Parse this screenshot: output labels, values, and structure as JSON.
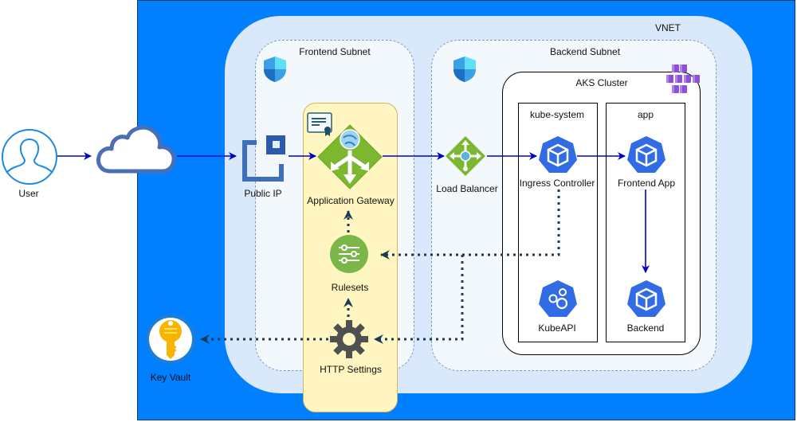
{
  "diagram": {
    "containers": {
      "vnet": "VNET",
      "frontend_subnet": "Frontend Subnet",
      "backend_subnet": "Backend Subnet",
      "aks_cluster": "AKS Cluster",
      "ns_kube_system": "kube-system",
      "ns_app": "app"
    },
    "nodes": {
      "user": "User",
      "public_ip": "Public IP",
      "application_gateway": "Application Gateway",
      "rulesets": "Rulesets",
      "http_settings": "HTTP Settings",
      "key_vault": "Key Vault",
      "load_balancer": "Load Balancer",
      "ingress_controller": "Ingress Controller",
      "kubeapi": "KubeAPI",
      "frontend_app": "Frontend App",
      "backend": "Backend"
    },
    "edges": [
      {
        "from": "User",
        "to": "Internet",
        "style": "solid"
      },
      {
        "from": "Internet",
        "to": "Public IP",
        "style": "solid"
      },
      {
        "from": "Public IP",
        "to": "Application Gateway",
        "style": "solid"
      },
      {
        "from": "Application Gateway",
        "to": "Load Balancer",
        "style": "solid"
      },
      {
        "from": "Load Balancer",
        "to": "Ingress Controller",
        "style": "solid"
      },
      {
        "from": "Ingress Controller",
        "to": "Frontend App",
        "style": "solid"
      },
      {
        "from": "Frontend App",
        "to": "Backend",
        "style": "solid"
      },
      {
        "from": "Ingress Controller",
        "to": "Rulesets",
        "style": "dotted"
      },
      {
        "from": "Ingress Controller",
        "to": "HTTP Settings",
        "style": "dotted"
      },
      {
        "from": "Rulesets",
        "to": "Application Gateway",
        "style": "dotted"
      },
      {
        "from": "HTTP Settings",
        "to": "Rulesets",
        "style": "dotted"
      },
      {
        "from": "HTTP Settings",
        "to": "Key Vault",
        "style": "dotted"
      }
    ],
    "colors": {
      "vnet_outer": "#007fff",
      "vnet_inner": "#dae8fc",
      "subnet": "#f3f8fd",
      "app_gateway_group": "#fff6c2",
      "solid_edge": "#0000cc",
      "dotted_edge": "#1b3a57",
      "azure_green": "#7cb82f",
      "k8s_blue": "#326ce5"
    }
  }
}
